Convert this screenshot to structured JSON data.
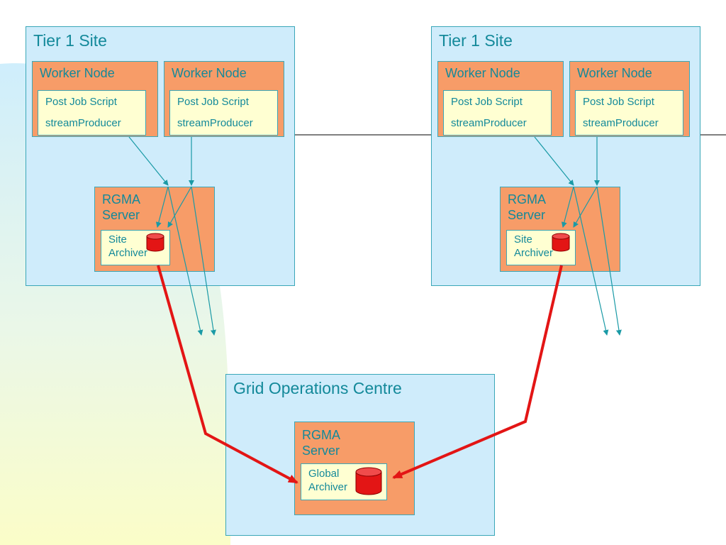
{
  "colors": {
    "site_fill": "#cfecfb",
    "node_fill": "#f79c68",
    "inner_fill": "#ffffd2",
    "text": "#13899a",
    "arrow_teal": "#1a9aa6",
    "arrow_red": "#e31515",
    "db_red": "#e31515"
  },
  "sites": [
    {
      "title": "Tier 1 Site",
      "worker_nodes": [
        {
          "title": "Worker Node",
          "line1": "Post Job Script",
          "line2": "streamProducer"
        },
        {
          "title": "Worker Node",
          "line1": "Post Job Script",
          "line2": "streamProducer"
        }
      ],
      "server": {
        "line1": "RGMA",
        "line2": "Server",
        "archiver_line1": "Site",
        "archiver_line2": "Archiver",
        "db_icon": "database-icon"
      }
    },
    {
      "title": "Tier 1 Site",
      "worker_nodes": [
        {
          "title": "Worker Node",
          "line1": "Post Job Script",
          "line2": "streamProducer"
        },
        {
          "title": "Worker Node",
          "line1": "Post Job Script",
          "line2": "streamProducer"
        }
      ],
      "server": {
        "line1": "RGMA",
        "line2": "Server",
        "archiver_line1": "Site",
        "archiver_line2": "Archiver",
        "db_icon": "database-icon"
      }
    }
  ],
  "goc": {
    "title": "Grid Operations Centre",
    "server": {
      "line1": "RGMA",
      "line2": "Server",
      "archiver_line1": "Global",
      "archiver_line2": "Archiver",
      "db_icon": "database-icon"
    }
  }
}
